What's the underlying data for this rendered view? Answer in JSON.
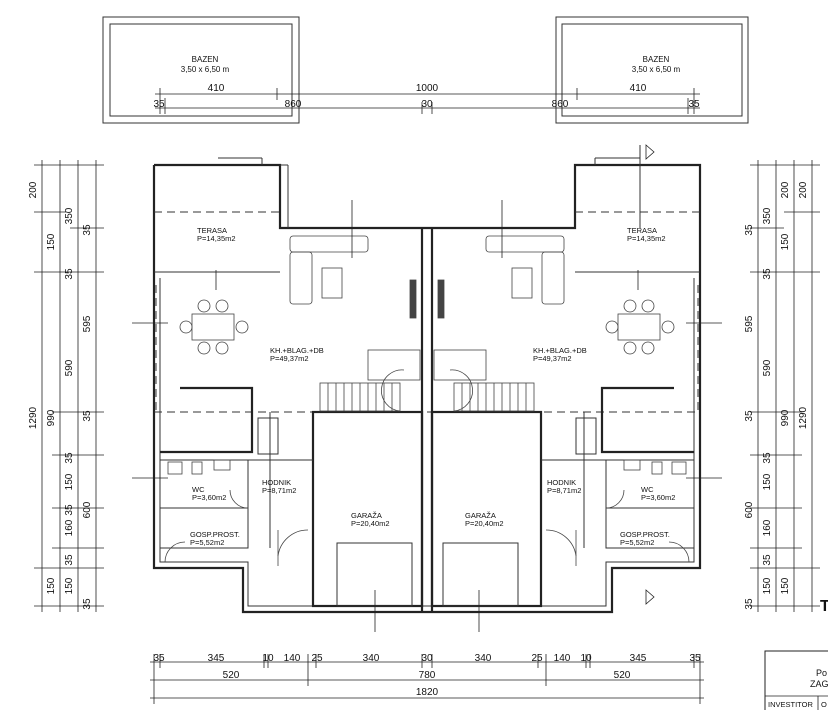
{
  "pools": {
    "left": {
      "name": "BAZEN",
      "size": "3,50 x 6,50 m"
    },
    "right": {
      "name": "BAZEN",
      "size": "3,50 x 6,50 m"
    }
  },
  "pool_dims": {
    "overall": "1000",
    "left": [
      "35",
      "410",
      "860"
    ],
    "mid": "30",
    "right": [
      "860",
      "410",
      "35"
    ]
  },
  "rooms": {
    "terasa_l": {
      "name": "TERASA",
      "area": "P=14,35m2"
    },
    "terasa_r": {
      "name": "TERASA",
      "area": "P=14,35m2"
    },
    "living_l": {
      "name": "KH.+BLAG.+DB",
      "area": "P=49,37m2"
    },
    "living_r": {
      "name": "KH.+BLAG.+DB",
      "area": "P=49,37m2"
    },
    "wc_l": {
      "name": "WC",
      "area": "P=3,60m2"
    },
    "wc_r": {
      "name": "WC",
      "area": "P=3,60m2"
    },
    "hodnik_l": {
      "name": "HODNIK",
      "area": "P=8,71m2"
    },
    "hodnik_r": {
      "name": "HODNIK",
      "area": "P=8,71m2"
    },
    "gosp_l": {
      "name": "GOSP.PROST.",
      "area": "P=5,52m2"
    },
    "gosp_r": {
      "name": "GOSP.PROST.",
      "area": "P=5,52m2"
    },
    "garaza_l": {
      "name": "GARAŽA",
      "area": "P=20,40m2"
    },
    "garaza_r": {
      "name": "GARAŽA",
      "area": "P=20,40m2"
    }
  },
  "left_dims": {
    "outer": [
      "200",
      "150",
      "595",
      "590",
      "150",
      "160",
      "150",
      "150"
    ],
    "inner": [
      "350",
      "35",
      "35",
      "35",
      "35",
      "35",
      "35",
      "35"
    ],
    "big": [
      "1290",
      "990",
      "600"
    ]
  },
  "right_dims": {
    "outer": [
      "200",
      "200",
      "150",
      "595",
      "590",
      "150",
      "160",
      "150",
      "150"
    ],
    "inner": [
      "350",
      "35",
      "35",
      "35",
      "35",
      "35",
      "35"
    ],
    "big": [
      "990",
      "1290",
      "600"
    ]
  },
  "bottom_dims": {
    "row1": [
      "35",
      "345",
      "10",
      "140",
      "25",
      "340",
      "30",
      "340",
      "25",
      "140",
      "10",
      "345",
      "35"
    ],
    "row2": [
      "520",
      "780",
      "520"
    ],
    "row3": "1820"
  },
  "title_block": {
    "line1": "Po",
    "line2": "ZAG",
    "investor_label": "INVESTITOR",
    "investor_value": "O"
  },
  "edge_label": "T"
}
